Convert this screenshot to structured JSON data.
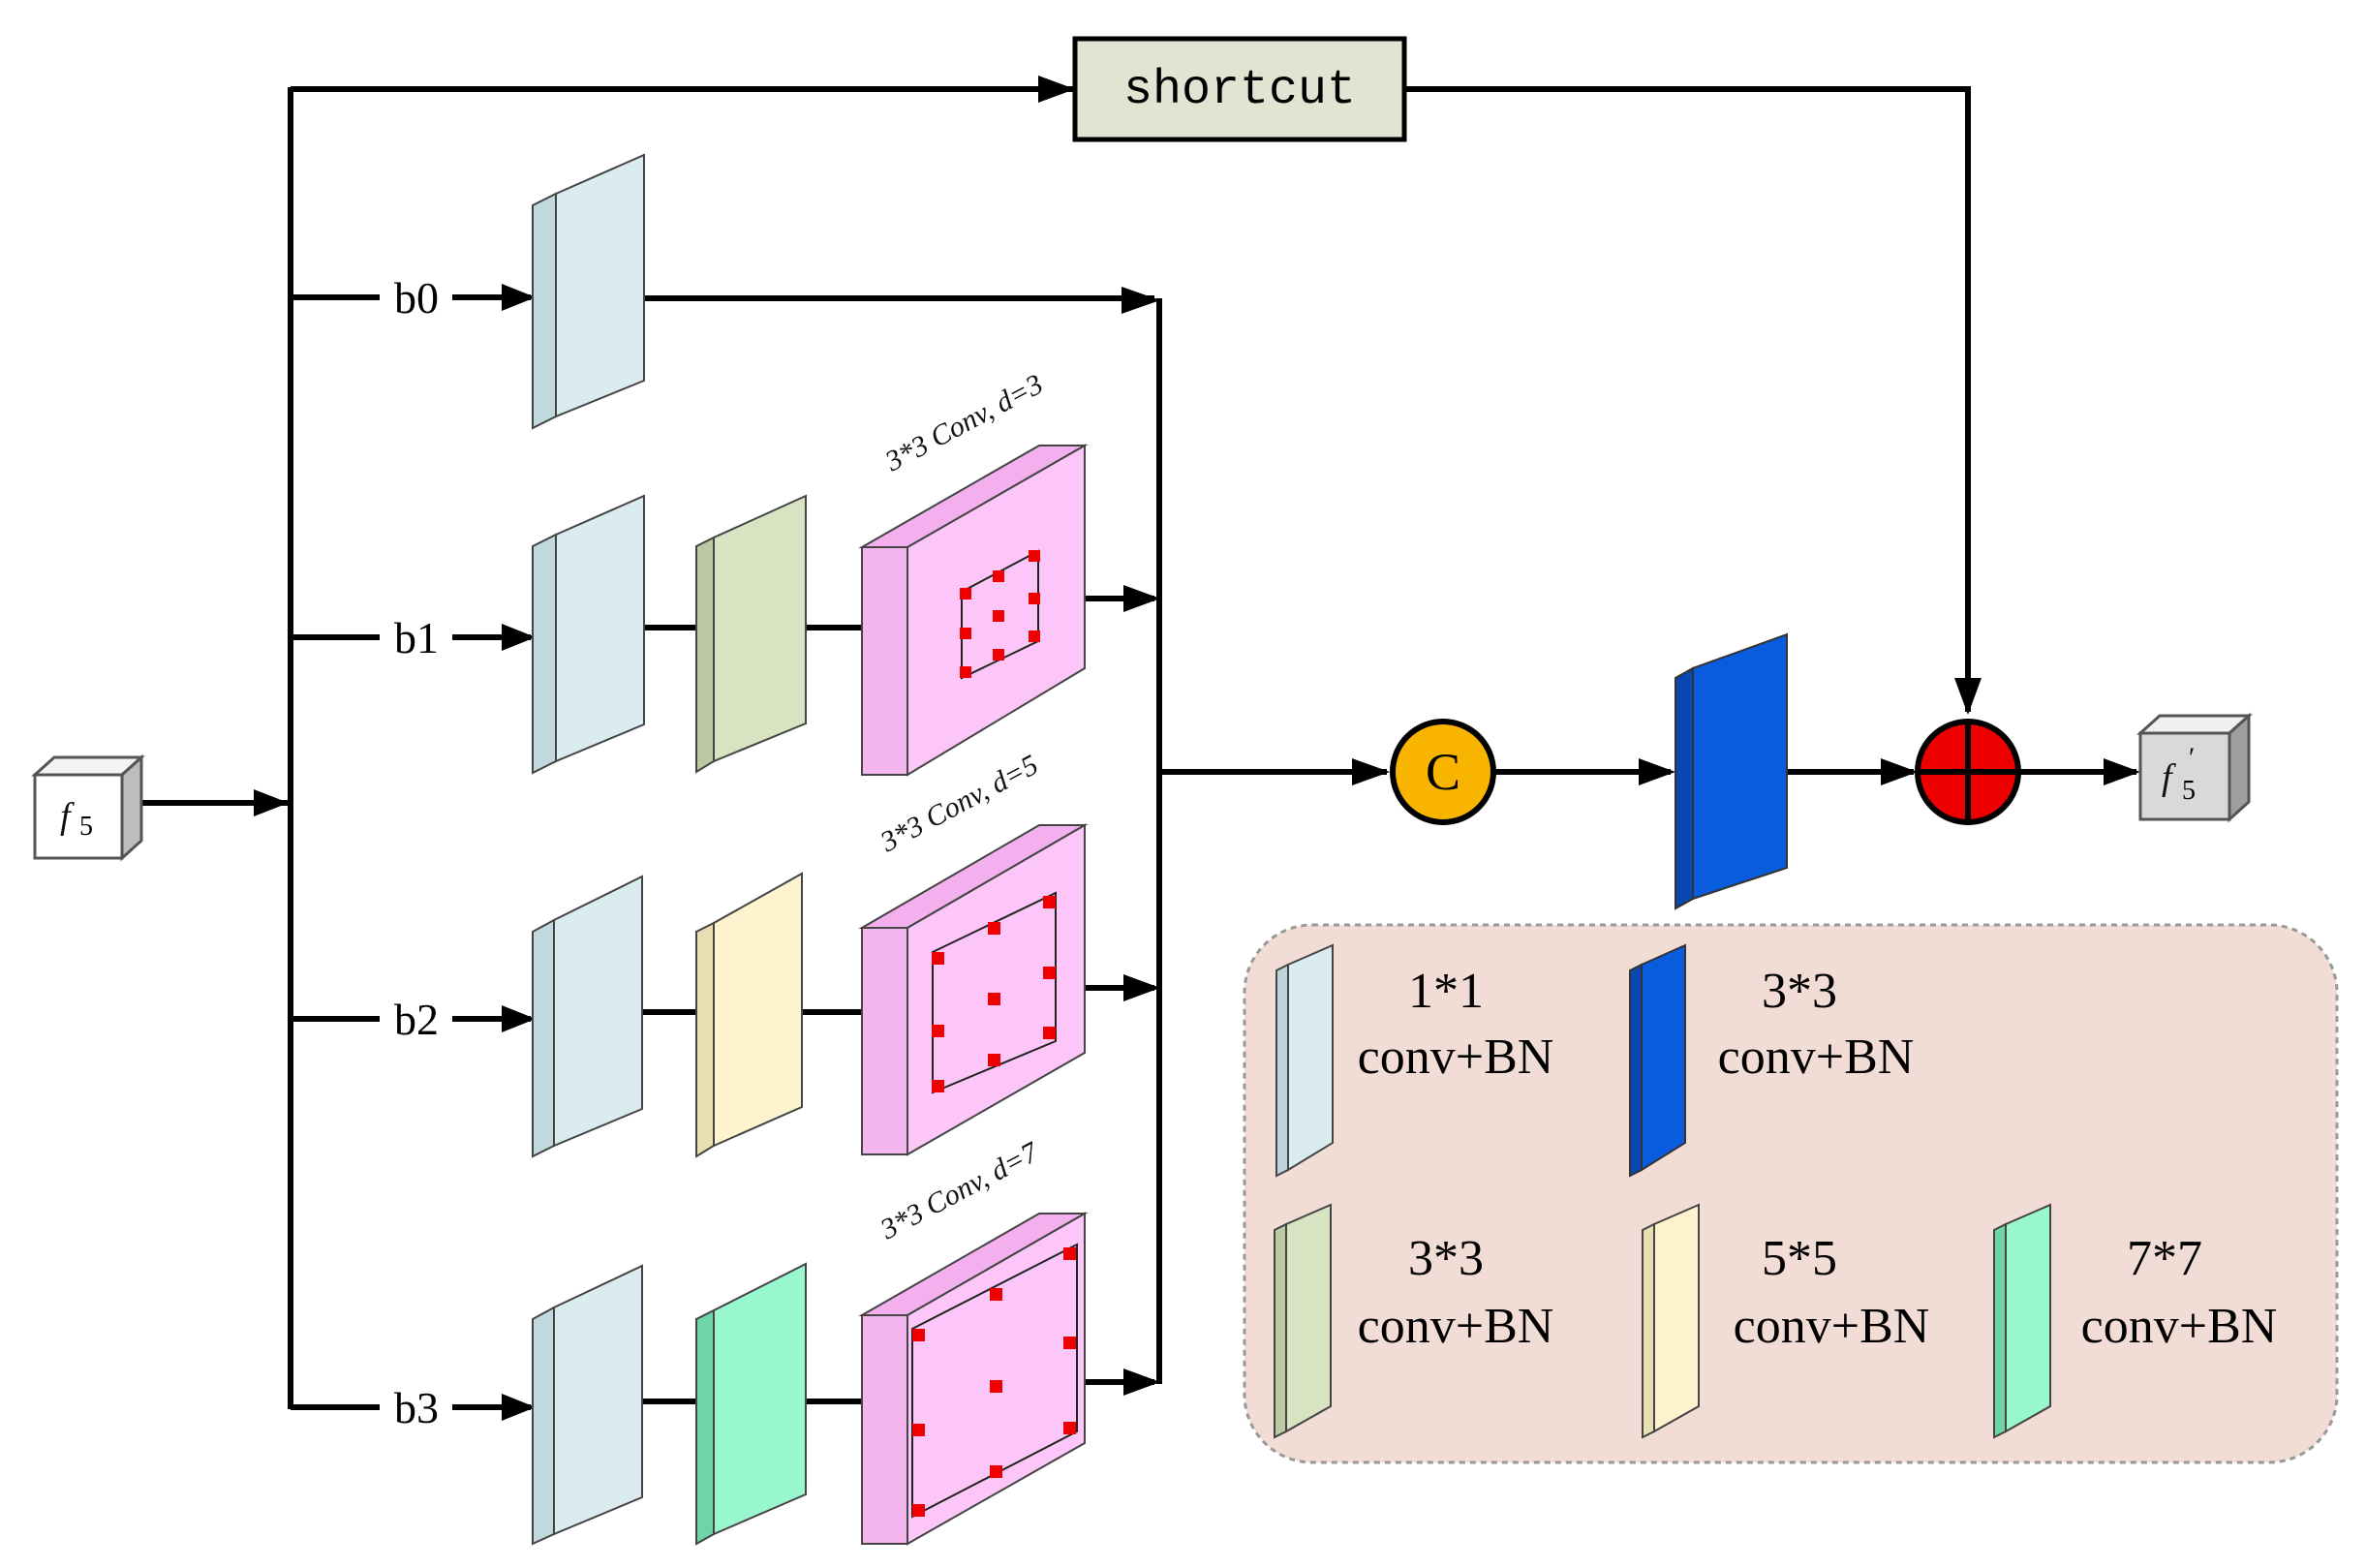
{
  "diagram": {
    "input_label": "f",
    "input_sub": "5",
    "output_label": "f",
    "output_sub": "5",
    "output_prime": "′",
    "shortcut_label": "shortcut",
    "branches": [
      "b0",
      "b1",
      "b2",
      "b3"
    ],
    "conv_annotations": [
      "3*3 Conv, d=3",
      "3*3 Conv, d=5",
      "3*3 Conv, d=7"
    ],
    "concat_label": "C"
  },
  "legend": {
    "items": [
      {
        "size": "1*1",
        "text": "conv+BN",
        "color": "#dbecf1"
      },
      {
        "size": "3*3",
        "text": "conv+BN",
        "color": "#0a5cde"
      },
      {
        "size": "3*3",
        "text": "conv+BN",
        "color": "#d8e3c1"
      },
      {
        "size": "5*5",
        "text": "conv+BN",
        "color": "#fdf3cf"
      },
      {
        "size": "7*7",
        "text": "conv+BN",
        "color": "#98f7cd"
      }
    ]
  },
  "colors": {
    "conv1x1": "#dbecf1",
    "conv3x3_green": "#d8e3c1",
    "conv5x5": "#fdf3cf",
    "conv7x7": "#98f7cd",
    "conv3x3_blue": "#0a5cde",
    "dilated": "#fdc6f8",
    "dilation_points": "#ee0000",
    "concat": "#f9b400",
    "add": "#ee0000",
    "shortcut_box": "#e0e5d2",
    "legend_bg": "#f2dcd6"
  }
}
